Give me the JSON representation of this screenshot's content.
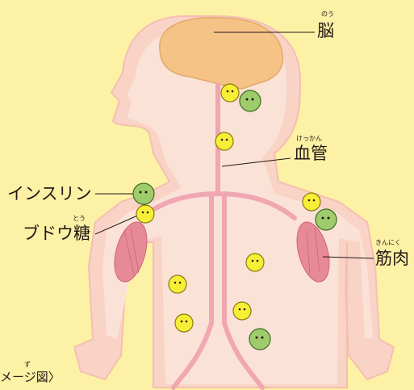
{
  "labels": {
    "brain": {
      "text": "脳",
      "ruby": "のう"
    },
    "vessel": {
      "text": "血管",
      "ruby": "けっかん"
    },
    "insulin": {
      "text": "インスリン"
    },
    "glucose": {
      "text": "ブドウ糖",
      "ruby": "とう"
    },
    "muscle": {
      "text": "筋肉",
      "ruby": "きんにく"
    }
  },
  "caption": {
    "text": "メージ図〉",
    "ruby": "ず"
  },
  "colors": {
    "background": "#fdf1a6",
    "body_outer": "#f9d3c6",
    "body_inner": "#fbe2d7",
    "brain": "#f6c387",
    "vessel": "#f0a7b1",
    "muscle": "#e78a98",
    "glucose_character": "#f7ef36",
    "insulin_character": "#9fcc6b"
  }
}
